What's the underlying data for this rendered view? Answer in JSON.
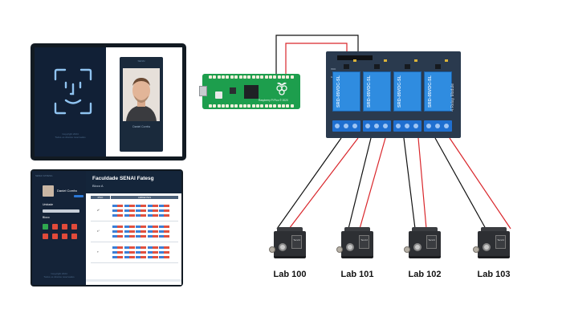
{
  "face_login_tablet": {
    "footer_lines": [
      "Copyright 2024",
      "Todos os direitos reservados"
    ],
    "phone_header": "SENAI",
    "user_name": "Daniel Corrêa"
  },
  "dashboard_tablet": {
    "side_top": "SENAI FATESG",
    "user_name": "Daniel Corrêa",
    "unit_label": "Unidade",
    "block_label": "Bloco",
    "main_title": "Faculdade SENAI Fatesg",
    "main_subtitle": "Bloco A",
    "grid_headers": [
      "PISO",
      "AMBIENTES"
    ],
    "floors": [
      "2º",
      "1º",
      "T"
    ],
    "side_footer": [
      "Copyright 2024",
      "Todos os direitos reservados"
    ],
    "block_colors": [
      "#2fa84f",
      "#e04a3a",
      "#e04a3a",
      "#e04a3a",
      "#e04a3a",
      "#e04a3a",
      "#e04a3a",
      "#e04a3a"
    ]
  },
  "pico": {
    "board_text": "Raspberry Pi Pico © 2020",
    "logo": "raspberry-logo-icon"
  },
  "relay_module": {
    "side_text": "4 Relay Module",
    "relay_text": "SRD-05VDC-SL-C",
    "count": 4,
    "labels": [
      "VCC",
      "GND"
    ]
  },
  "locks": [
    {
      "label": "Lab 100",
      "brand": "Tecvid"
    },
    {
      "label": "Lab 101",
      "brand": "Tecvid"
    },
    {
      "label": "Lab 102",
      "brand": "Tecvid"
    },
    {
      "label": "Lab 103",
      "brand": "Tecvid"
    }
  ],
  "colors": {
    "wire_black": "#111111",
    "wire_red": "#d9262b",
    "relay_blue": "#2f8ce0",
    "pico_green": "#1d9e4d"
  }
}
